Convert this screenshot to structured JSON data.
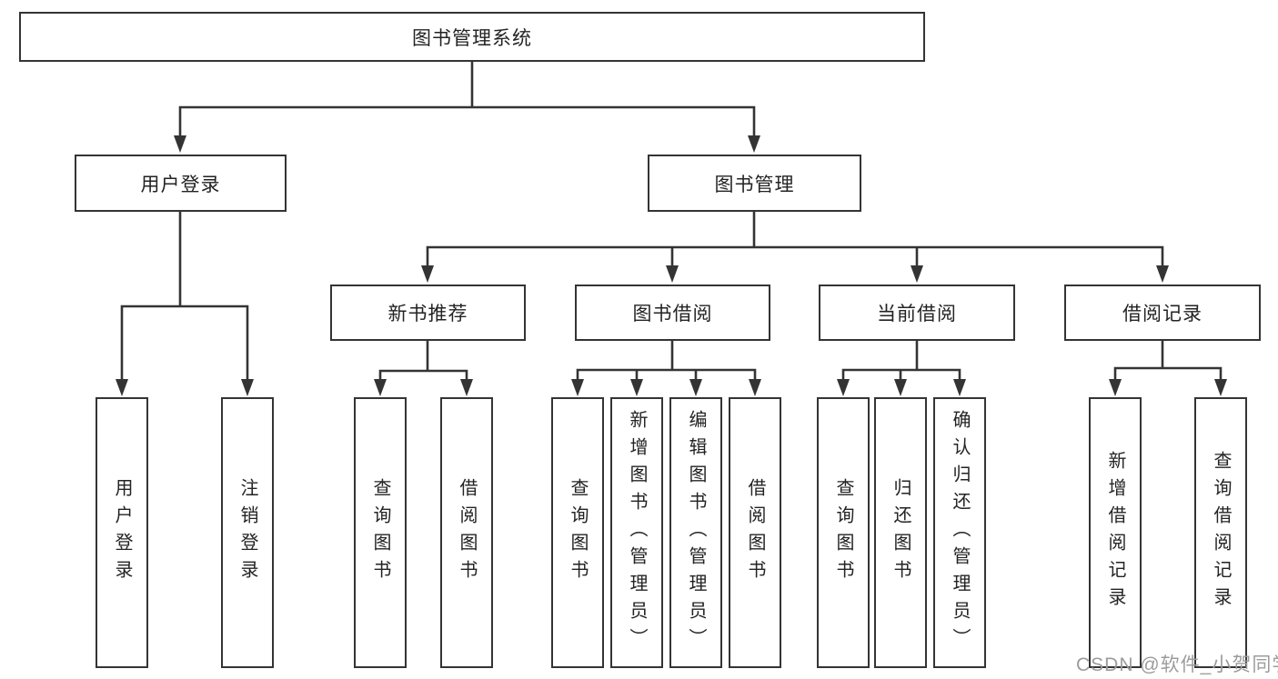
{
  "colors": {
    "line": "#343434",
    "box_border": "#343434",
    "box_fill": "#ffffff",
    "text": "#232323",
    "watermark": "#9c9c9c",
    "bg": "#ffffff"
  },
  "watermark": "CSDN @软件_小贺同学",
  "tree": {
    "label": "图书管理系统",
    "children": [
      {
        "label": "用户登录",
        "children": [
          {
            "label": "用户登录"
          },
          {
            "label": "注销登录"
          }
        ]
      },
      {
        "label": "图书管理",
        "children": [
          {
            "label": "新书推荐",
            "children": [
              {
                "label": "查询图书"
              },
              {
                "label": "借阅图书"
              }
            ]
          },
          {
            "label": "图书借阅",
            "children": [
              {
                "label": "查询图书"
              },
              {
                "label": "新增图书（管理员）"
              },
              {
                "label": "编辑图书（管理员）"
              },
              {
                "label": "借阅图书"
              }
            ]
          },
          {
            "label": "当前借阅",
            "children": [
              {
                "label": "查询图书"
              },
              {
                "label": "归还图书"
              },
              {
                "label": "确认归还（管理员）"
              }
            ]
          },
          {
            "label": "借阅记录",
            "children": [
              {
                "label": "新增借阅记录"
              },
              {
                "label": "查询借阅记录"
              }
            ]
          }
        ]
      }
    ]
  }
}
